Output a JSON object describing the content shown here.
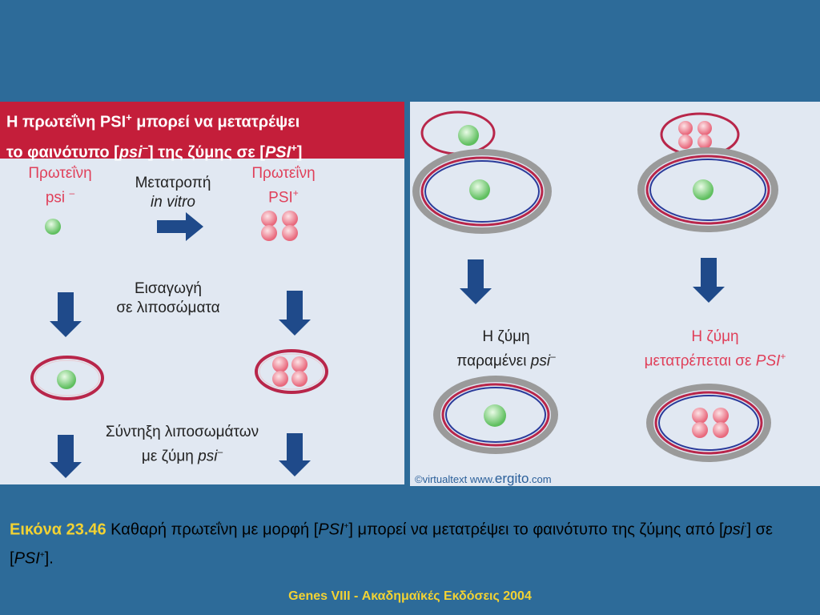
{
  "left": {
    "banner_line1_a": "Η πρωτεΐνη PSI",
    "banner_line1_sup": "+",
    "banner_line1_b": " μπορεί να μετατρέψει",
    "banner_line2_a": "το φαινότυπο [",
    "banner_line2_it": "psi",
    "banner_line2_sup": "–",
    "banner_line2_b": "] της ζύμης σε [",
    "banner_line2_it2": "PSI",
    "banner_line2_sup2": "+",
    "banner_line2_c": "]",
    "protein_minus_line1": "Πρωτεΐνη",
    "protein_minus_line2": "psi",
    "protein_minus_sup": "–",
    "conversion_line1": "Μετατροπή",
    "conversion_line2": "in vitro",
    "protein_plus_line1": "Πρωτεΐνη",
    "protein_plus_line2": "PSI",
    "protein_plus_sup": "+",
    "liposome_line1": "Εισαγωγή",
    "liposome_line2": "σε λιποσώματα",
    "fusion_line1": "Σύντηξη λιποσωμάτων",
    "fusion_line2": "με ζύμη ",
    "fusion_line2_it": "psi",
    "fusion_sup": "–"
  },
  "right": {
    "stays_line1": "Η ζύμη",
    "stays_line2": "παραμένει ",
    "stays_it": "psi",
    "stays_sup": "–",
    "converts_line1": "Η ζύμη",
    "converts_line2": "μετατρέπεται σε ",
    "converts_it": "PSI",
    "converts_sup": "+",
    "credit_a": "©virtualtext  www.",
    "credit_b": "ergito",
    "credit_c": ".com"
  },
  "caption": {
    "fig": "Εικόνα 23.46",
    "t1": " Καθαρή πρωτεΐνη με μορφή [",
    "it1": "PSI",
    "sup1": "+",
    "t2": "] μπορεί να μετατρέψει το φαινότυπο της ζύμης από [",
    "it2": "psi",
    "sup2": "-",
    "t3": "] σε [",
    "it3": "PSI",
    "sup3": "+",
    "t4": "]."
  },
  "footer": "Genes VIII - Ακαδημαϊκές Εκδόσεις 2004",
  "colors": {
    "background": "#2d6b99",
    "banner": "#c41e3a",
    "panel": "#e1e8f2",
    "arrow": "#1f4a8a",
    "membrane": "#b8264a",
    "green_protein": "#7ccf7c",
    "pink_protein": "#f08a9a",
    "caption_highlight": "#f2d233"
  }
}
